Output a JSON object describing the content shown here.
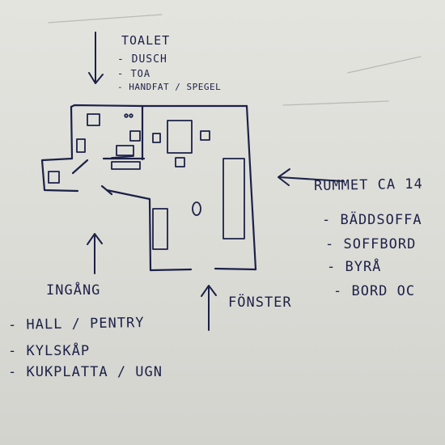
{
  "labels": {
    "toalet": {
      "title": "TOALET",
      "items": [
        "- DUSCH",
        "- TOA",
        "- HANDFAT / SPEGEL"
      ]
    },
    "rummet": {
      "title": "RUMMET CA 14",
      "items": [
        "- BÄDDSOFFA",
        "- SOFFBORD",
        "- BYRÅ",
        "- BORD OC"
      ]
    },
    "ingang": {
      "title": "INGÅNG"
    },
    "fonster": {
      "title": "FÖNSTER"
    },
    "hall": {
      "title": "- HALL / PENTRY",
      "items": [
        "- KYLSKÅP",
        "- KUKPLATTA / UGN"
      ]
    }
  },
  "colors": {
    "ink": "#1c2148",
    "paper": "#e2e2dd"
  }
}
